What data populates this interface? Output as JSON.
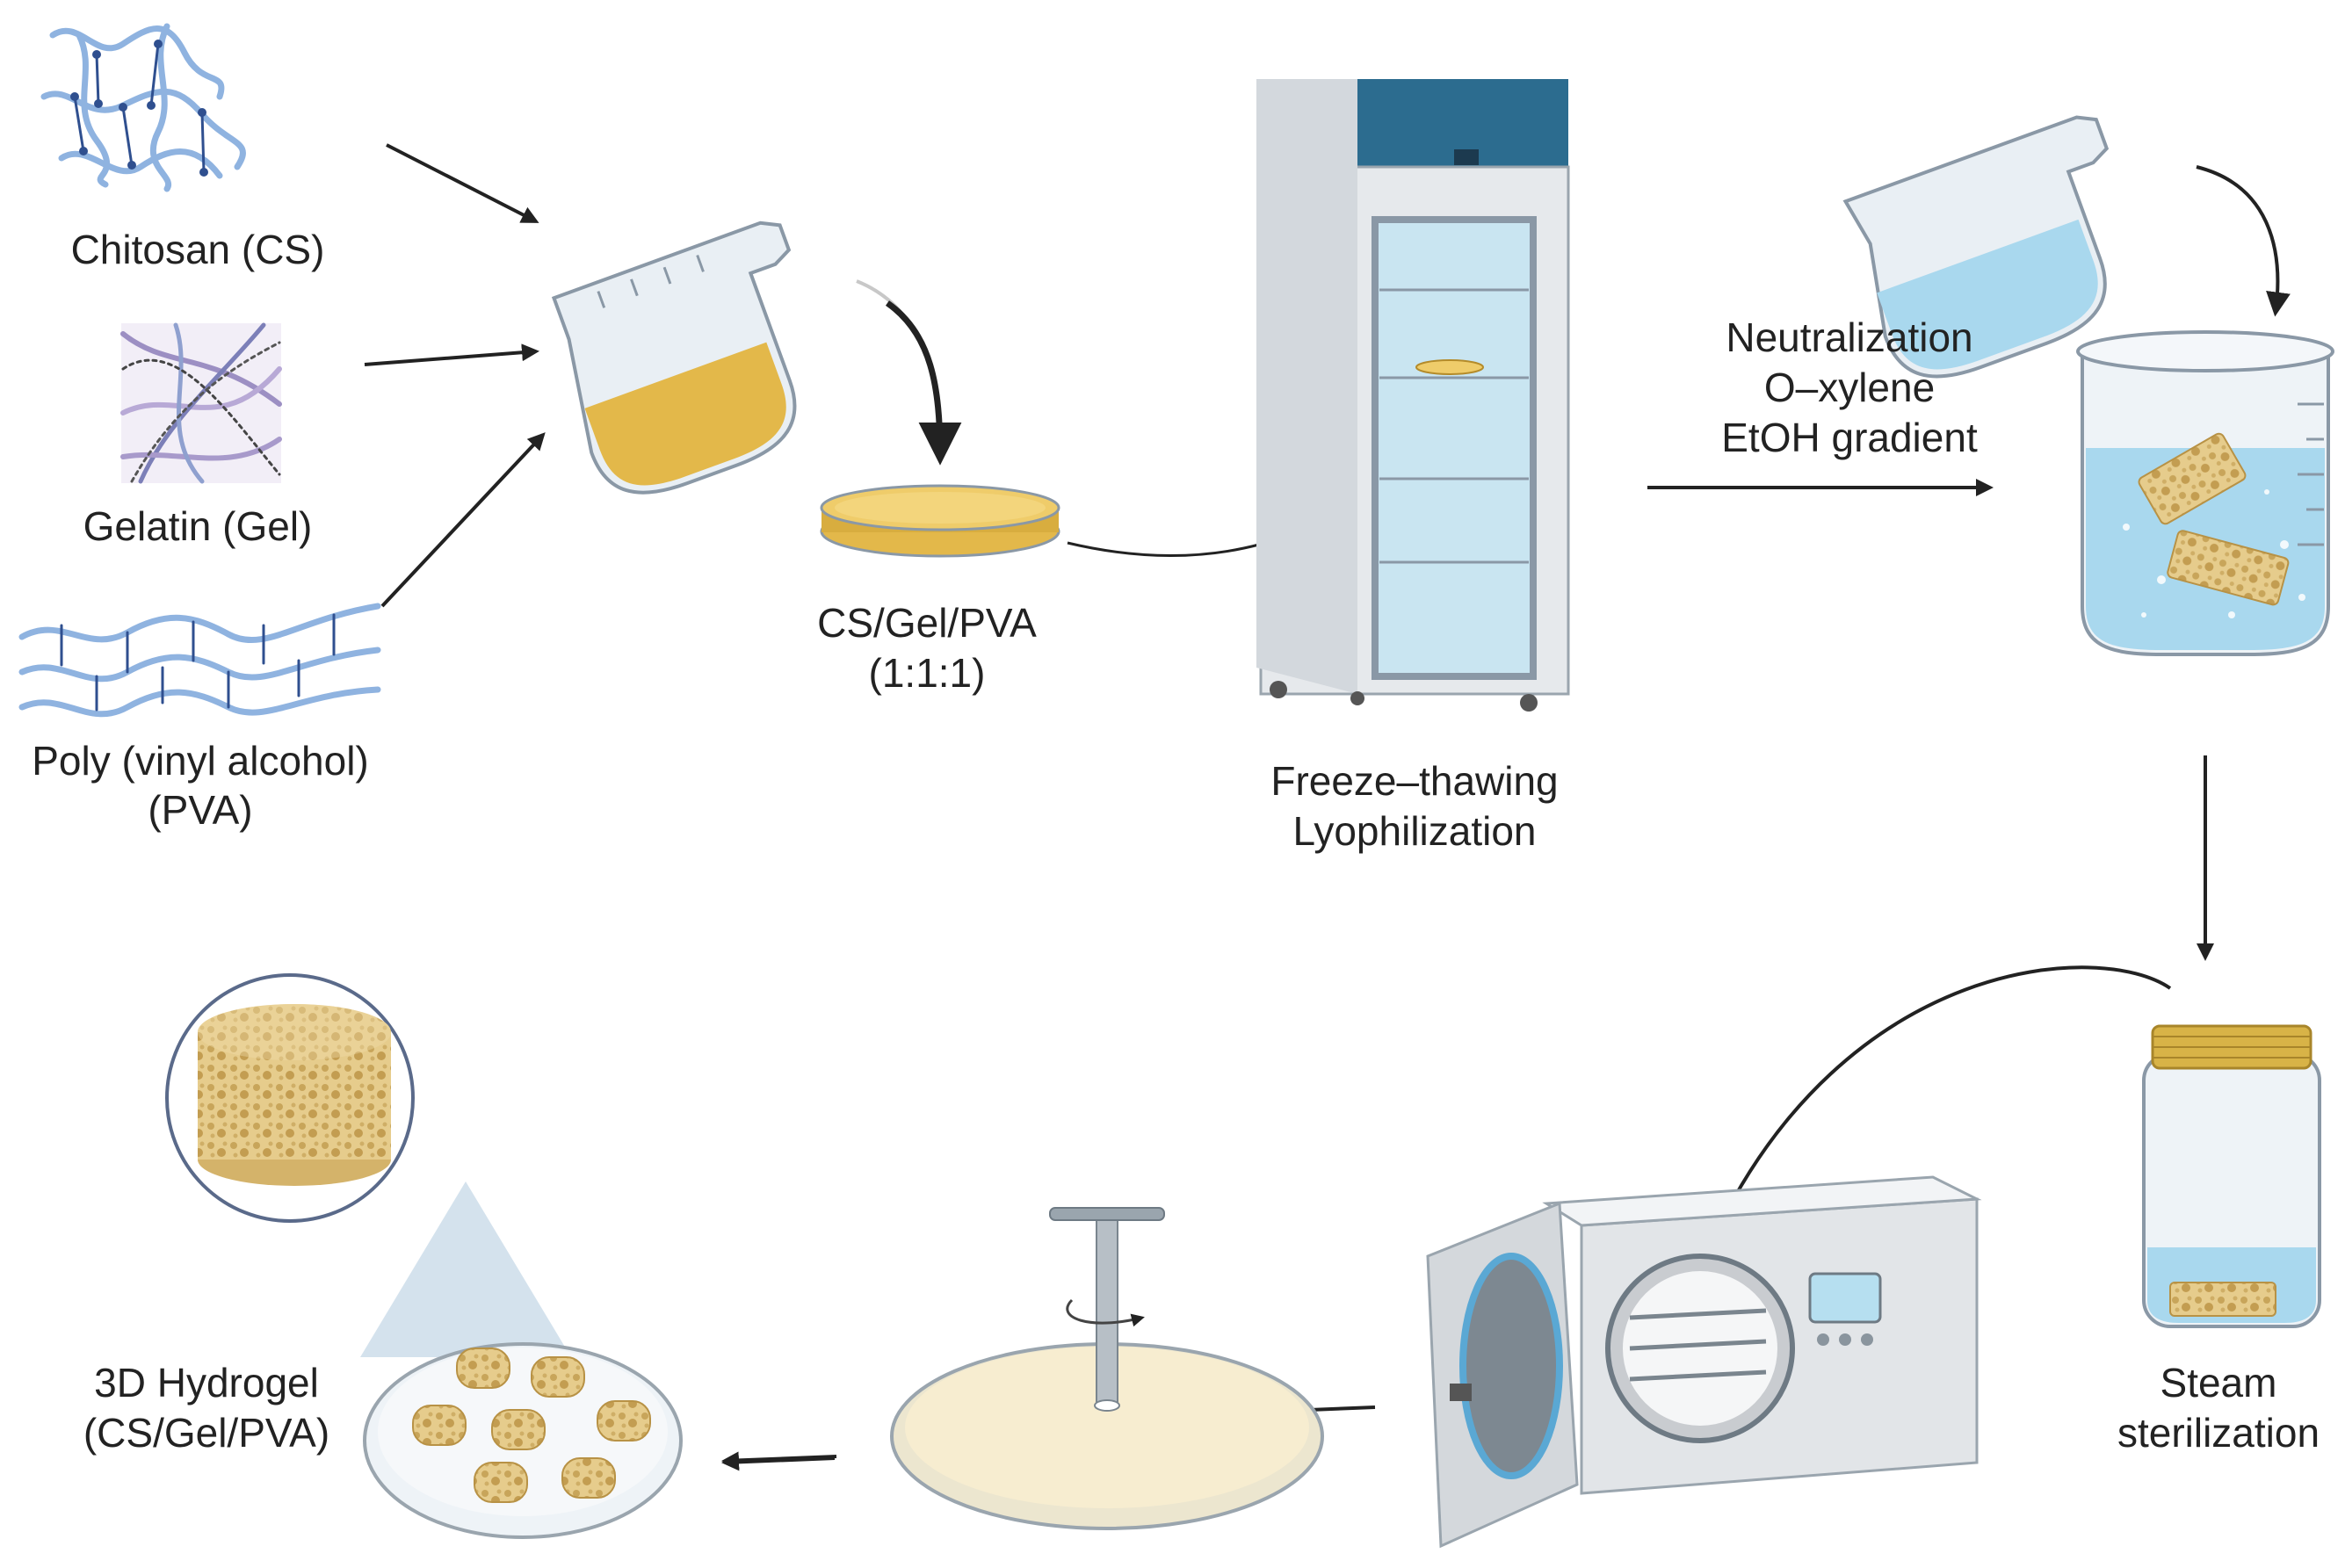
{
  "materials": {
    "chitosan": "Chitosan (CS)",
    "gelatin": "Gelatin (Gel)",
    "pva_line1": "Poly (vinyl alcohol)",
    "pva_line2": "(PVA)"
  },
  "mixture": {
    "line1": "CS/Gel/PVA",
    "line2": "(1:1:1)"
  },
  "freezer": {
    "line1": "Freeze–thawing",
    "line2": "Lyophilization"
  },
  "wash": {
    "line1": "Neutralization",
    "line2": "O–xylene",
    "line3": "EtOH gradient"
  },
  "sterilization": {
    "line1": "Steam",
    "line2": "sterilization"
  },
  "product": {
    "line1": "3D Hydrogel",
    "line2": "(CS/Gel/PVA)"
  },
  "colors": {
    "polymer": "#7fa6d8",
    "crosslink": "#2f4f8f",
    "solution": "#e3b84a",
    "glass": "#dde6ee",
    "water": "#a9d8ee",
    "sponge": "#e3c98a",
    "freezer_top": "#2c6c8f",
    "gold_lid": "#d8b347"
  }
}
